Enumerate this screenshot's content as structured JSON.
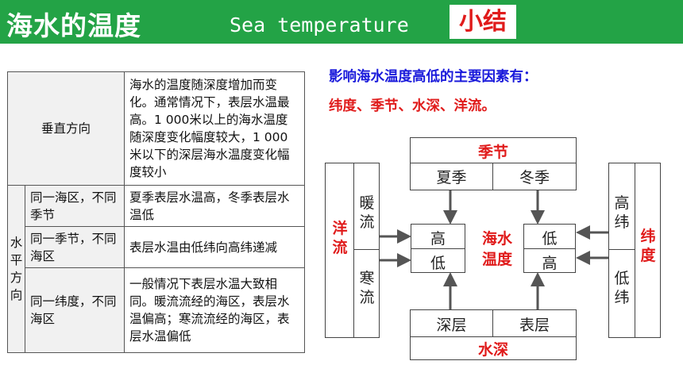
{
  "header": {
    "title": "海水的温度",
    "subtitle_en": "Sea temperature",
    "badge": "小结"
  },
  "table": {
    "vertical": {
      "label": "垂直方向",
      "desc": "海水的温度随深度增加而变化。通常情况下，表层水温最高。1 000米以上的海水温度随深度变化幅度较大，1 000米以下的深层海水温度变化幅度较小"
    },
    "horizontal_label": "水平方向",
    "rows": [
      {
        "condition": "同一海区，不同季节",
        "desc": "夏季表层水温高，冬季表层水温低"
      },
      {
        "condition": "同一季节，不同海区",
        "desc": "表层水温由低纬向高纬递减"
      },
      {
        "condition": "同一纬度，不同海区",
        "desc": "一般情况下表层水温大致相同。暖流流经的海区，表层水温偏高；寒流流经的海区，表层水温偏低"
      }
    ]
  },
  "factors": {
    "question": "影响海水温度高低的主要因素有：",
    "answer": "纬度、季节、水深、洋流。"
  },
  "diagram": {
    "season": {
      "title": "季节",
      "summer": "夏季",
      "winter": "冬季"
    },
    "depth": {
      "title": "水深",
      "deep": "深层",
      "surface": "表层"
    },
    "current": {
      "title": "洋流",
      "warm": "暖流",
      "cold": "寒流"
    },
    "latitude": {
      "title": "纬度",
      "high": "高纬",
      "low": "低纬"
    },
    "center": {
      "label": "海水温度",
      "left_top": "高",
      "left_bottom": "低",
      "right_top": "低",
      "right_bottom": "高"
    }
  },
  "colors": {
    "header_green": "#23a346",
    "accent_red": "#e01b1b",
    "question_blue": "#1a1adb"
  }
}
